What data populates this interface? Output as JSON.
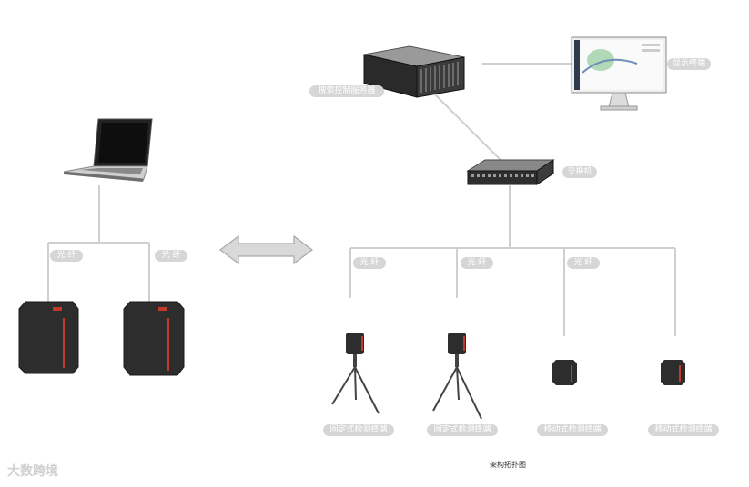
{
  "diagram": {
    "title": "架构拓扑图",
    "nodes": {
      "server": "搜索控制服务器",
      "display": "显示终端",
      "switch": "交换机",
      "fixed_terminal_1": "固定式检测终端",
      "fixed_terminal_2": "固定式检测终端",
      "mobile_terminal_1": "移动式检测终端",
      "mobile_terminal_2": "移动式检测终端"
    },
    "links": {
      "fiber_label": "光 纤"
    },
    "colors": {
      "line": "#cfcfcf",
      "device_dark": "#2d2d2d",
      "accent_red": "#c0392b",
      "pill_bg": "#d6d6d6"
    }
  },
  "watermark": "大数跨境"
}
